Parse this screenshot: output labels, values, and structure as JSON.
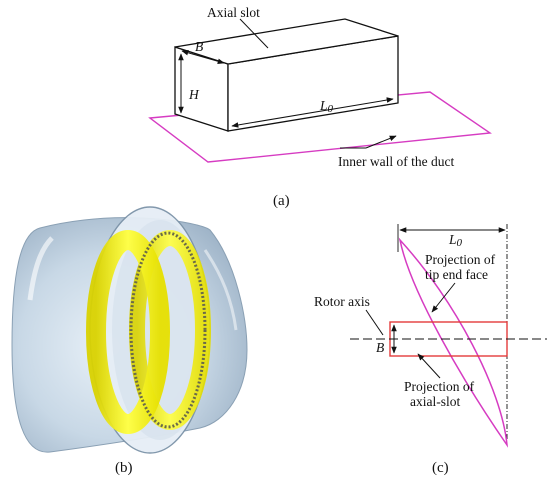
{
  "panel_a": {
    "caption": "(a)",
    "label_axial_slot": "Axial slot",
    "label_width": "B",
    "label_height": "H",
    "label_length": "L",
    "label_length_sub": "0",
    "label_inner_wall": "Inner wall of the duct"
  },
  "panel_b": {
    "caption": "(b)"
  },
  "panel_c": {
    "caption": "(c)",
    "label_length": "L",
    "label_length_sub": "0",
    "label_tip_line1": "Projection of",
    "label_tip_line2": "tip end face",
    "label_rotor_axis": "Rotor axis",
    "label_width": "B",
    "label_slot_line1": "Projection of",
    "label_slot_line2": "axial-slot"
  },
  "colors": {
    "line": "#111111",
    "magenta": "#d63cc2",
    "red": "#e33b3b",
    "yellow": "#f2f20a",
    "duct": "#b9cbdc"
  }
}
